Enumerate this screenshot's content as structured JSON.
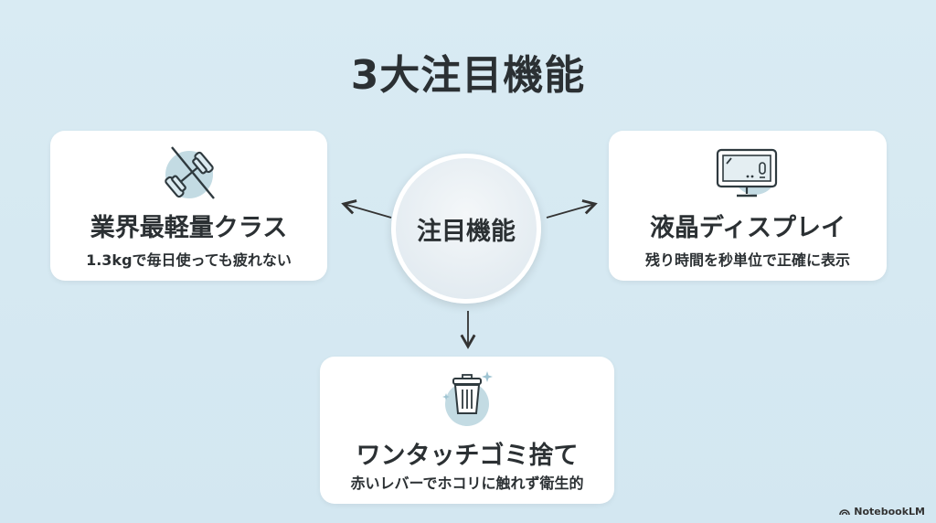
{
  "title": "3大注目機能",
  "hub": {
    "label": "注目機能"
  },
  "features": {
    "left": {
      "icon": "dumbbell-crossed-icon",
      "heading": "業界最軽量クラス",
      "subtitle": "1.3kgで毎日使っても疲れない"
    },
    "right": {
      "icon": "monitor-display-icon",
      "heading": "液晶ディスプレイ",
      "subtitle": "残り時間を秒単位で正確に表示"
    },
    "bottom": {
      "icon": "trash-can-icon",
      "heading": "ワンタッチゴミ捨て",
      "subtitle": "赤いレバーでホコリに触れず衛生的"
    }
  },
  "brand": "NotebookLM",
  "colors": {
    "background": "#d6e9f2",
    "icon_circle": "#c3dbe3",
    "text": "#2b3033"
  }
}
